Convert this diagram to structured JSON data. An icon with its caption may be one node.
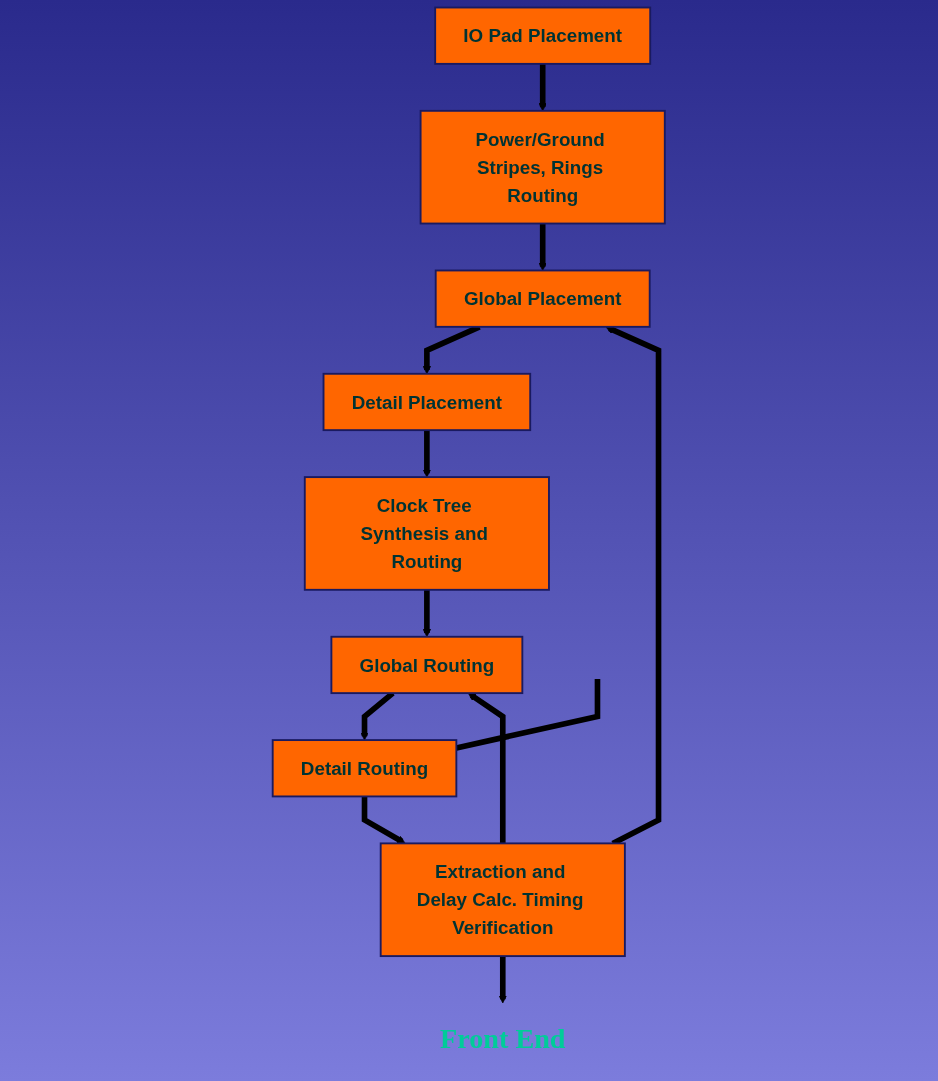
{
  "diagram": {
    "nodes": [
      {
        "text": [
          "IO Pad Placement"
        ]
      },
      {
        "text": [
          "Power/Ground Stripes, Rings Routing"
        ]
      },
      {
        "text": [
          "Global Placement"
        ]
      },
      {
        "text": [
          "Detail Placement"
        ]
      },
      {
        "text": [
          "Clock Tree Synthesis and Routing"
        ]
      },
      {
        "text": [
          "Global Routing"
        ]
      },
      {
        "text": [
          "Detail Routing"
        ]
      },
      {
        "text": [
          "Extraction and Delay Calc. Timing Verification"
        ]
      },
      {
        "text": [
          "Front End"
        ]
      }
    ],
    "edges": [
      {
        "from": 0,
        "to": 1,
        "arrow": "to"
      },
      {
        "from": 1,
        "to": 2,
        "arrow": "to"
      },
      {
        "from": 2,
        "to": 3,
        "arrow": "to"
      },
      {
        "from": 3,
        "to": 4,
        "arrow": "to"
      },
      {
        "from": 4,
        "to": 5,
        "arrow": "to"
      },
      {
        "from": 5,
        "to": 6,
        "arrow": "to"
      },
      {
        "from": 6,
        "to": 7,
        "arrow": "to"
      },
      {
        "from": 7,
        "to": 8,
        "arrow": "to"
      },
      {
        "from": 7,
        "to": 2,
        "arrow": "to"
      },
      {
        "from": 7,
        "to": 5,
        "arrow": "to"
      },
      {
        "from": null,
        "to": 6,
        "arrow": "none"
      }
    ]
  }
}
